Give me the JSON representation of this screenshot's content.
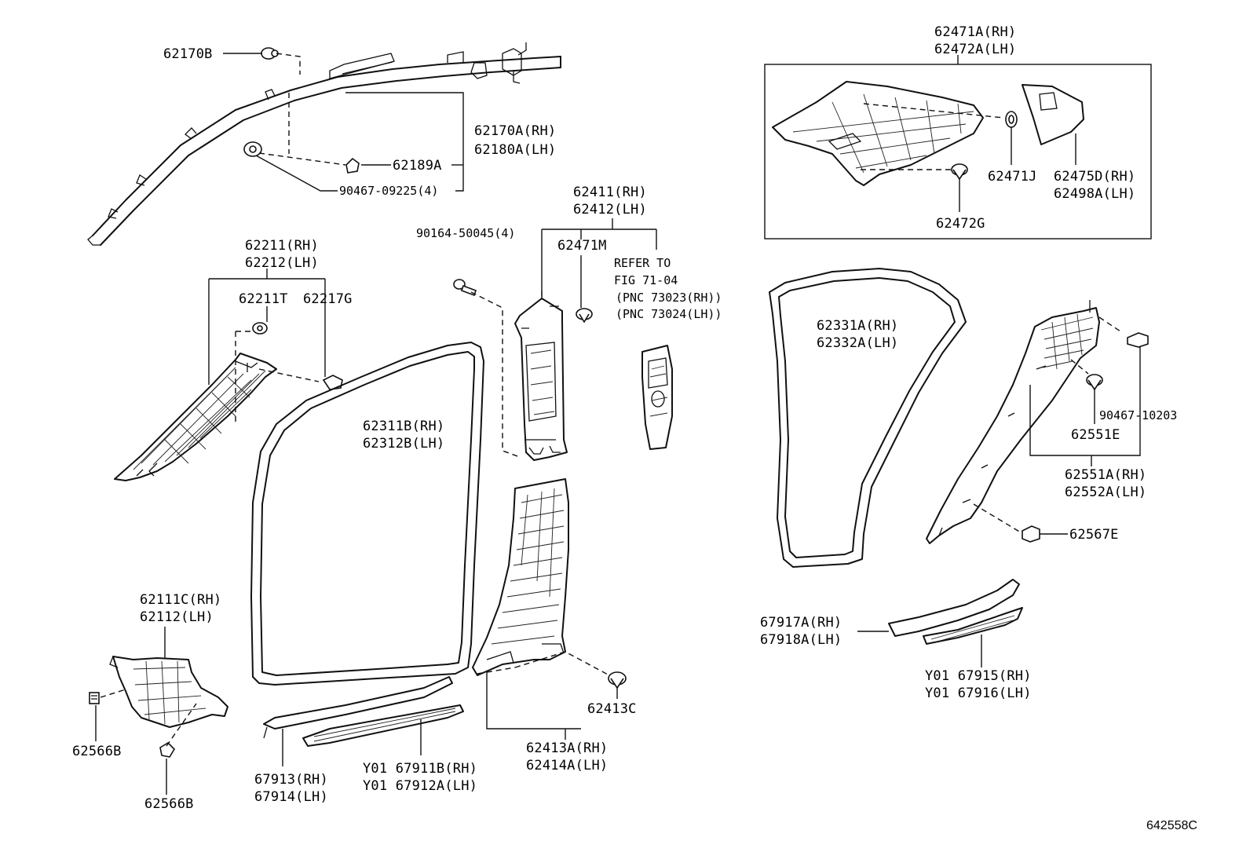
{
  "labels": {
    "p62170B": "62170B",
    "p62170A": "62170A(RH)",
    "p62180A": "62180A(LH)",
    "p62189A": "62189A",
    "p90467_09225": "90467-09225(4)",
    "p62211": "62211(RH)",
    "p62212": "62212(LH)",
    "p62211T": "62211T",
    "p62217G": "62217G",
    "p90164": "90164-50045(4)",
    "p62411": "62411(RH)",
    "p62412": "62412(LH)",
    "p62471M": "62471M",
    "refer1": "REFER TO",
    "refer2": "FIG 71-04",
    "refer3": "(PNC 73023(RH))",
    "refer4": "(PNC 73024(LH))",
    "p62311B": "62311B(RH)",
    "p62312B": "62312B(LH)",
    "p62111C": "62111C(RH)",
    "p62112": "62112(LH)",
    "p62566B_a": "62566B",
    "p62566B_b": "62566B",
    "p67913": "67913(RH)",
    "p67914": "67914(LH)",
    "p67911B": "Y01 67911B(RH)",
    "p67912A": "Y01 67912A(LH)",
    "p62413C": "62413C",
    "p62413A": "62413A(RH)",
    "p62414A": "62414A(LH)",
    "p62471A": "62471A(RH)",
    "p62472A": "62472A(LH)",
    "p62471J": "62471J",
    "p62475D": "62475D(RH)",
    "p62498A": "62498A(LH)",
    "p62472G": "62472G",
    "p62331A": "62331A(RH)",
    "p62332A": "62332A(LH)",
    "p90467_10203": "90467-10203",
    "p62551E": "62551E",
    "p62551A": "62551A(RH)",
    "p62552A": "62552A(LH)",
    "p62567E": "62567E",
    "p67917A": "67917A(RH)",
    "p67918A": "67918A(LH)",
    "p67915": "Y01 67915(RH)",
    "p67916": "Y01 67916(LH)"
  },
  "figure_code": "642558C"
}
